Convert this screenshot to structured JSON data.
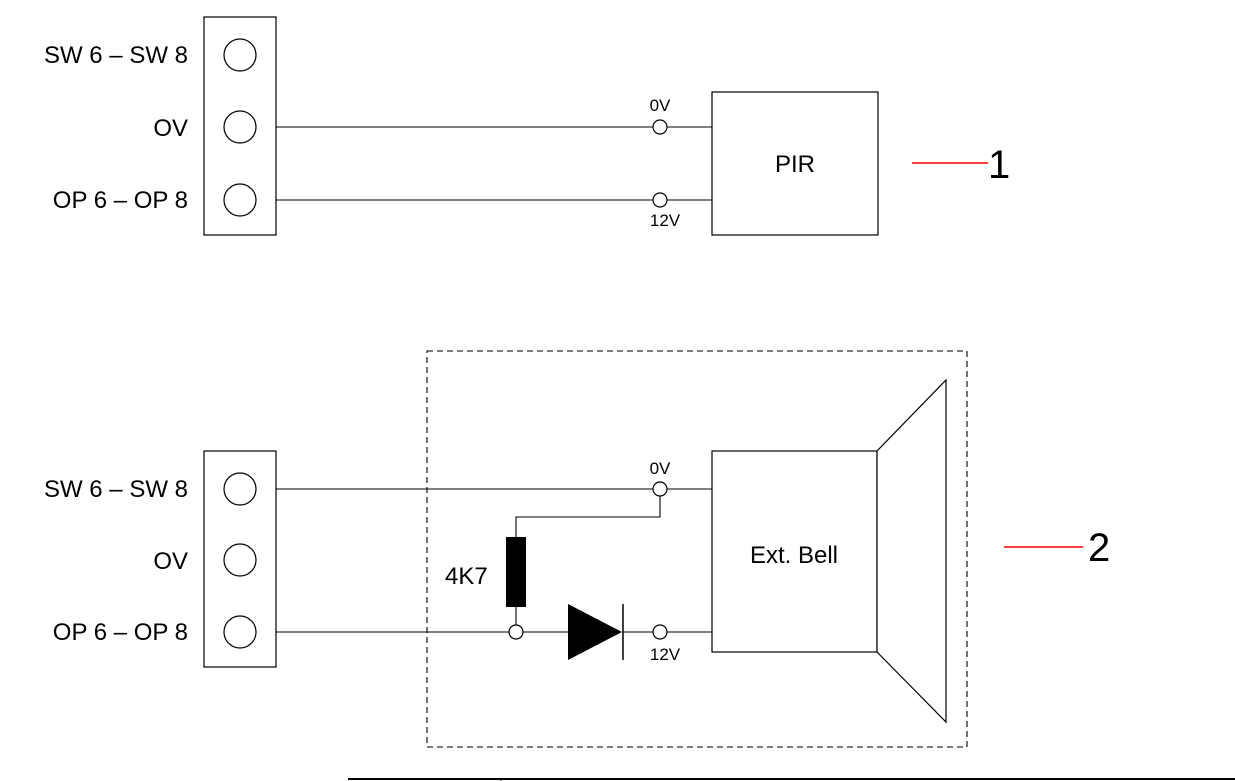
{
  "colors": {
    "line": "#000000",
    "callout": "#ff0000",
    "background": "#ffffff"
  },
  "diagram1": {
    "terminal_labels": [
      "SW 6 – SW 8",
      "OV",
      "OP 6 – OP 8"
    ],
    "device_label": "PIR",
    "node_top_label": "0V",
    "node_bottom_label": "12V",
    "callout_number": "1"
  },
  "diagram2": {
    "terminal_labels": [
      "SW 6 – SW 8",
      "OV",
      "OP 6 – OP 8"
    ],
    "device_label": "Ext. Bell",
    "resistor_label": "4K7",
    "node_top_label": "0V",
    "node_bottom_label": "12V",
    "callout_number": "2"
  }
}
